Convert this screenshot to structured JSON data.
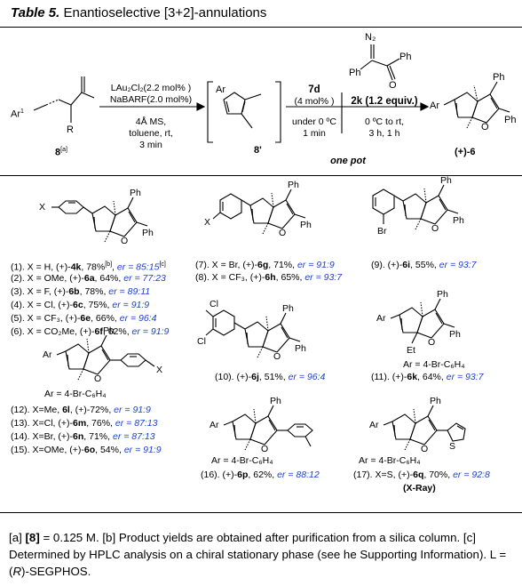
{
  "table": {
    "label": "Table 5.",
    "title": "Enantioselective [3+2]-annulations"
  },
  "scheme": {
    "start_label_ar1": "Ar",
    "start_label_ar1_sup": "1",
    "start_label_r": "R",
    "start_compound": "8",
    "start_compound_sup": "[a]",
    "cond1_line1": "LAu₂Cl₂(2.2 mol% )",
    "cond1_line2": "NaBARF(2.0 mol%)",
    "cond1_line3": "4Å MS,",
    "cond1_line4": "toluene, rt,",
    "cond1_line5": "3 min",
    "inter_ar": "Ar",
    "inter_compound": "8'",
    "cond2_cat": "7d",
    "cond2_load": "(4 mol% )",
    "cond2_temp": "under 0 ºC",
    "cond2_time": "1 min",
    "reagent_n2": "N₂",
    "reagent_ph1": "Ph",
    "reagent_ph2": "Ph",
    "reagent_o": "O",
    "cond3_reagent": "2k (1.2 equiv.)",
    "cond3_temp": "0 ºC to rt,",
    "cond3_time": "3 h, 1 h",
    "one_pot": "one pot",
    "product_ar": "Ar",
    "product_ph": "Ph",
    "product_o": "O",
    "product_label": "(+)-6"
  },
  "struct_labels": {
    "x": "X",
    "ph": "Ph",
    "o": "O",
    "br": "Br",
    "cl": "Cl",
    "et": "Et",
    "s": "S",
    "ar": "Ar"
  },
  "entries_a": [
    {
      "pre": "(1). X = H, (+)-",
      "cmp": "4k",
      "mid": ", 78%",
      "sup": "[b]",
      "post": ", ",
      "er": "er = 85:15",
      "er_sup": "[c]"
    },
    {
      "pre": "(2). X = OMe, (+)-",
      "cmp": "6a",
      "mid": ", 64%, ",
      "er": "er = 77:23"
    },
    {
      "pre": "(3). X = F, (+)-",
      "cmp": "6b",
      "mid": ", 78%, ",
      "er": "er = 89:11"
    },
    {
      "pre": "(4). X = Cl, (+)-",
      "cmp": "6c",
      "mid": ", 75%, ",
      "er": "er = 91:9"
    },
    {
      "pre": "(5). X = CF₃, (+)-",
      "cmp": "6e",
      "mid": ", 66%, ",
      "er": "er = 96:4"
    },
    {
      "pre": "(6). X = CO₂Me, (+)-",
      "cmp": "6f",
      "mid": ", 62%, ",
      "er": "er = 91:9"
    }
  ],
  "entries_b": [
    {
      "pre": "(7). X = Br, (+)-",
      "cmp": "6g",
      "mid": ", 71%, ",
      "er": "er = 91:9"
    },
    {
      "pre": "(8). X = CF₃, (+)-",
      "cmp": "6h",
      "mid": ", 65%, ",
      "er": "er = 93:7"
    }
  ],
  "entry_9": {
    "pre": "(9). (+)-",
    "cmp": "6i",
    "mid": ", 55%, ",
    "er": "er = 93:7"
  },
  "entry_10": {
    "pre": "(10). (+)-",
    "cmp": "6j",
    "mid": ", 51%, ",
    "er": "er = 96:4"
  },
  "entry_11": {
    "ar": "Ar = 4-Br-C₆H₄",
    "pre": "(11). (+)-",
    "cmp": "6k",
    "mid": ", 64%, ",
    "er": "er = 93:7"
  },
  "entries_c": {
    "ar": "Ar = 4-Br-C₆H₄",
    "rows": [
      {
        "pre": "(12). X=Me, ",
        "cmp": "6l",
        "mid": ", (+)-72%, ",
        "er": "er = 91:9"
      },
      {
        "pre": "(13). X=Cl, (+)-",
        "cmp": "6m",
        "mid": ", 76%, ",
        "er": "er = 87:13"
      },
      {
        "pre": "(14). X=Br, (+)-",
        "cmp": "6n",
        "mid": ", 71%, ",
        "er": "er = 87:13"
      },
      {
        "pre": "(15). X=OMe, (+)-",
        "cmp": "6o",
        "mid": ", 54%, ",
        "er": "er = 91:9"
      }
    ]
  },
  "entry_16": {
    "ar": "Ar = 4-Br-C₆H₄",
    "pre": "(16). (+)-",
    "cmp": "6p",
    "mid": ", 62%, ",
    "er": "er = 88:12"
  },
  "entry_17": {
    "ar": "Ar = 4-Br-C₆H₄",
    "pre": "(17). X=S, (+)-",
    "cmp": "6q",
    "mid": ", 70%, ",
    "er": "er = 92:8",
    "xray": "(X-Ray)"
  },
  "footnote": {
    "a_tag": "[a]",
    "a_cmp": "[8]",
    "a_text": " = 0.125 M. ",
    "b_tag": "[b]",
    "b_text": " Product yields are obtained after purification from a silica column.   ",
    "c_tag": "[c]",
    "c_text": " Determined by HPLC analysis on a chiral stationary phase (see he Supporting Information). L = (",
    "c_r": "R",
    "c_end": ")-SEGPHOS."
  }
}
